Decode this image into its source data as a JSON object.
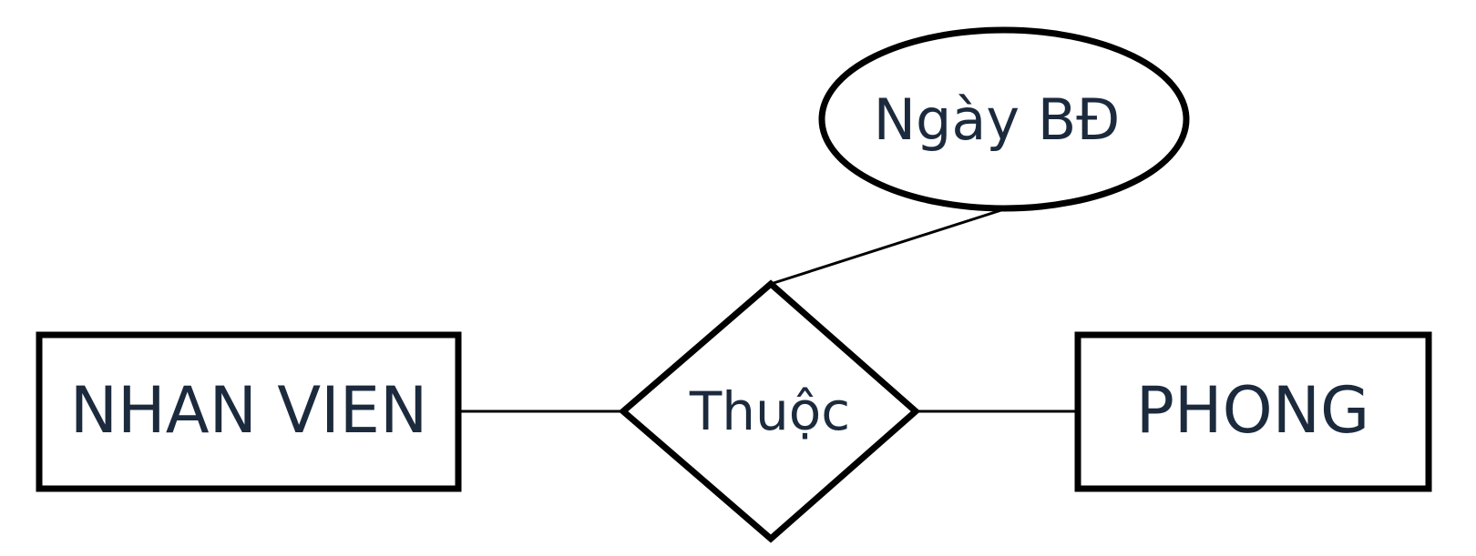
{
  "diagram": {
    "entities": {
      "left": "NHAN VIEN",
      "right": "PHONG"
    },
    "relationship": "Thuộc",
    "attribute": "Ngày BĐ"
  },
  "colors": {
    "stroke": "#000000",
    "text": "#1c2a3d",
    "background": "#ffffff"
  }
}
